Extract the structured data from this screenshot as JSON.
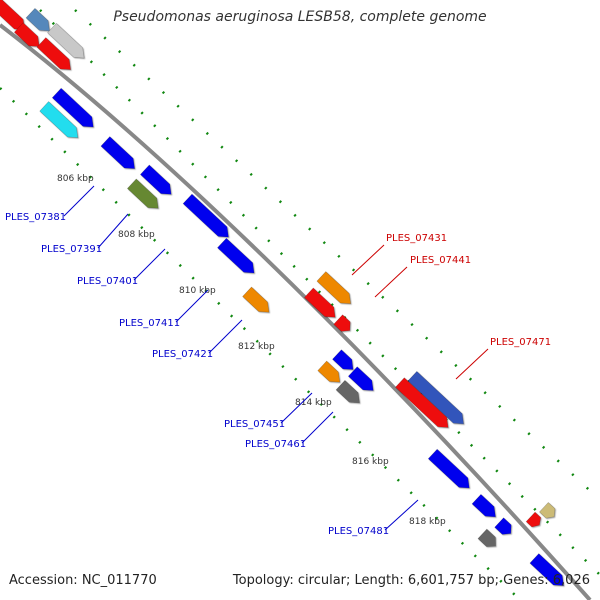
{
  "title": "Pseudomonas aeruginosa LESB58, complete genome",
  "footer": {
    "accession": "Accession: NC_011770",
    "summary": "Topology: circular; Length: 6,601,757 bp; Genes: 6,026"
  },
  "colors": {
    "backbone": "#888888",
    "tick": "#118811",
    "label_reverse": "#0000cc",
    "label_forward": "#cc0000"
  },
  "ticks": [
    "806 kbp",
    "808 kbp",
    "810 kbp",
    "812 kbp",
    "814 kbp",
    "816 kbp",
    "818 kbp"
  ],
  "gene_labels": [
    {
      "text": "PLES_07381",
      "strand": "reverse"
    },
    {
      "text": "PLES_07391",
      "strand": "reverse"
    },
    {
      "text": "PLES_07401",
      "strand": "reverse"
    },
    {
      "text": "PLES_07411",
      "strand": "reverse"
    },
    {
      "text": "PLES_07421",
      "strand": "reverse"
    },
    {
      "text": "PLES_07431",
      "strand": "forward"
    },
    {
      "text": "PLES_07441",
      "strand": "forward"
    },
    {
      "text": "PLES_07451",
      "strand": "reverse"
    },
    {
      "text": "PLES_07461",
      "strand": "reverse"
    },
    {
      "text": "PLES_07471",
      "strand": "forward"
    },
    {
      "text": "PLES_07481",
      "strand": "reverse"
    }
  ]
}
